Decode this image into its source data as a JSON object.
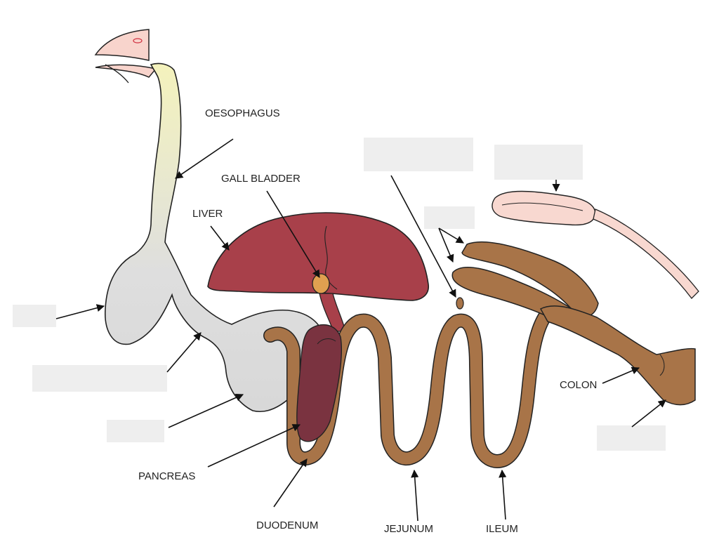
{
  "labels": {
    "oesophagus": "OESOPHAGUS",
    "gall_bladder": "GALL BLADDER",
    "liver": "LIVER",
    "pancreas": "PANCREAS",
    "duodenum": "DUODENUM",
    "jejunum": "JEJUNUM",
    "ileum": "ILEUM",
    "colon": "COLON"
  },
  "colors": {
    "liver": "#a8404a",
    "spleen_pancreas": "#7a3340",
    "intestine": "#a87448",
    "crop_gizzard": "#dcdcdc",
    "oesophagus_top": "#f2f0b8",
    "beak": "#f8d4cc",
    "gall_bladder": "#e0a050",
    "reproductive": "#f8d8d0",
    "hidden_label_box": "#eeeeee"
  }
}
